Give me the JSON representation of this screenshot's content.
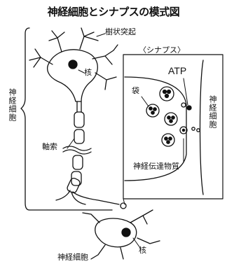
{
  "title": "神経細胞とシナプスの模式図",
  "labels": {
    "dendrite": "樹状突起",
    "nucleus_top": "核",
    "nucleus_bottom": "核",
    "axon": "軸索",
    "neuron_left": "神経細胞",
    "neuron_right": "神経細胞",
    "neuron_bottom": "神経細胞",
    "synapse_box": "〈シナプス〉",
    "atp": "ATP",
    "vesicle": "袋",
    "neurotransmitter": "神経伝達物質"
  },
  "colors": {
    "ink": "#111111",
    "background": "#ffffff"
  }
}
